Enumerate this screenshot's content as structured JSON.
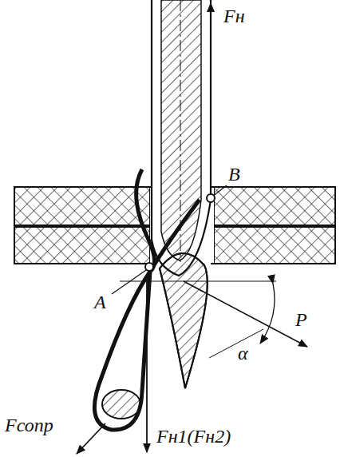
{
  "diagram": {
    "labels": [
      "Fн",
      "B",
      "A",
      "P",
      "α",
      "Fсопр",
      "Fн1(Fн2)"
    ]
  }
}
